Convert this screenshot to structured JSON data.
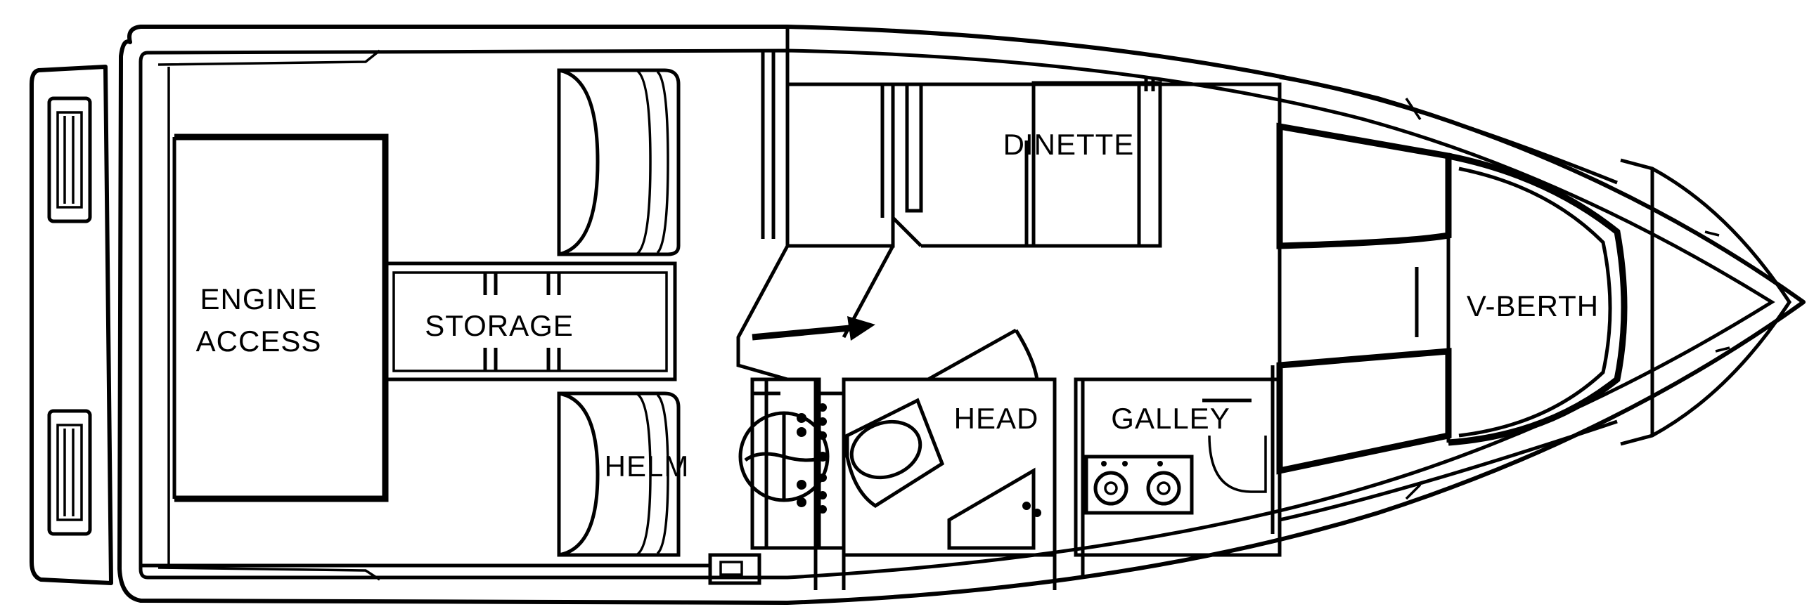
{
  "labels": {
    "engine_access_line1": "ENGINE",
    "engine_access_line2": "ACCESS",
    "storage": "STORAGE",
    "helm": "HELM",
    "dinette": "DINETTE",
    "head": "HEAD",
    "galley": "GALLEY",
    "v_berth": "V-BERTH"
  }
}
